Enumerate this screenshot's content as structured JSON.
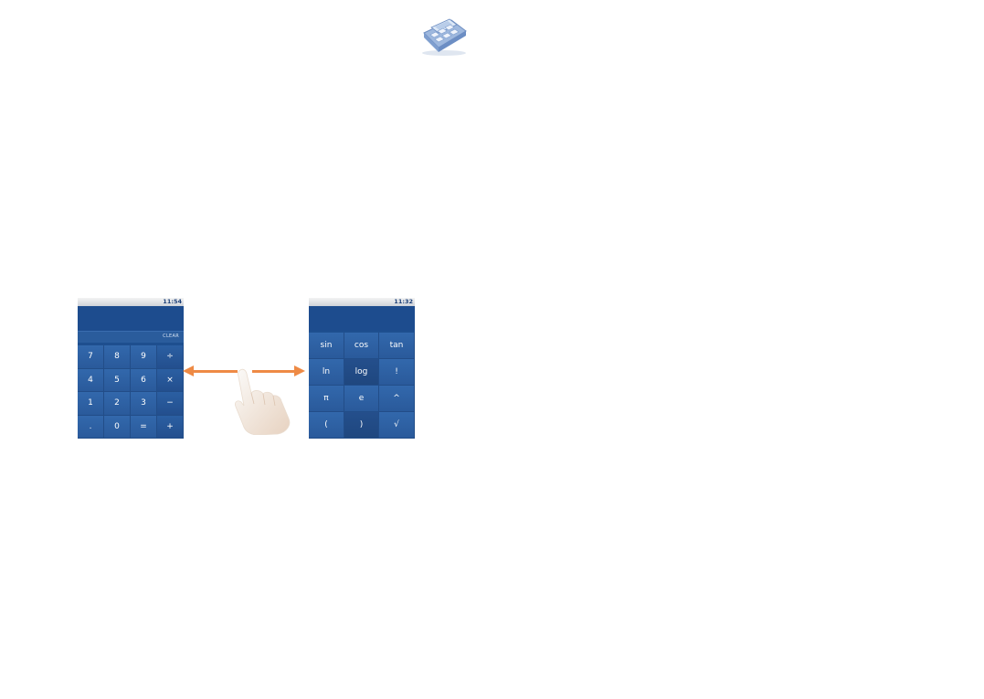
{
  "left_phone": {
    "time": "11:54",
    "clear_label": "CLEAR",
    "keys": [
      "7",
      "8",
      "9",
      "÷",
      "4",
      "5",
      "6",
      "×",
      "1",
      "2",
      "3",
      "−",
      ".",
      "0",
      "=",
      "+"
    ]
  },
  "right_phone": {
    "time": "11:32",
    "keys": [
      "sin",
      "cos",
      "tan",
      "ln",
      "log",
      "!",
      "π",
      "e",
      "^",
      "(",
      ")",
      "√"
    ]
  },
  "icons": {
    "app": "calculator-app-icon",
    "gesture": "swipe-hand-icon",
    "arrows": "double-arrow-icon"
  },
  "colors": {
    "keypad": "#2e62a6",
    "display": "#1d4c8e",
    "arrow": "#ee8a45"
  }
}
